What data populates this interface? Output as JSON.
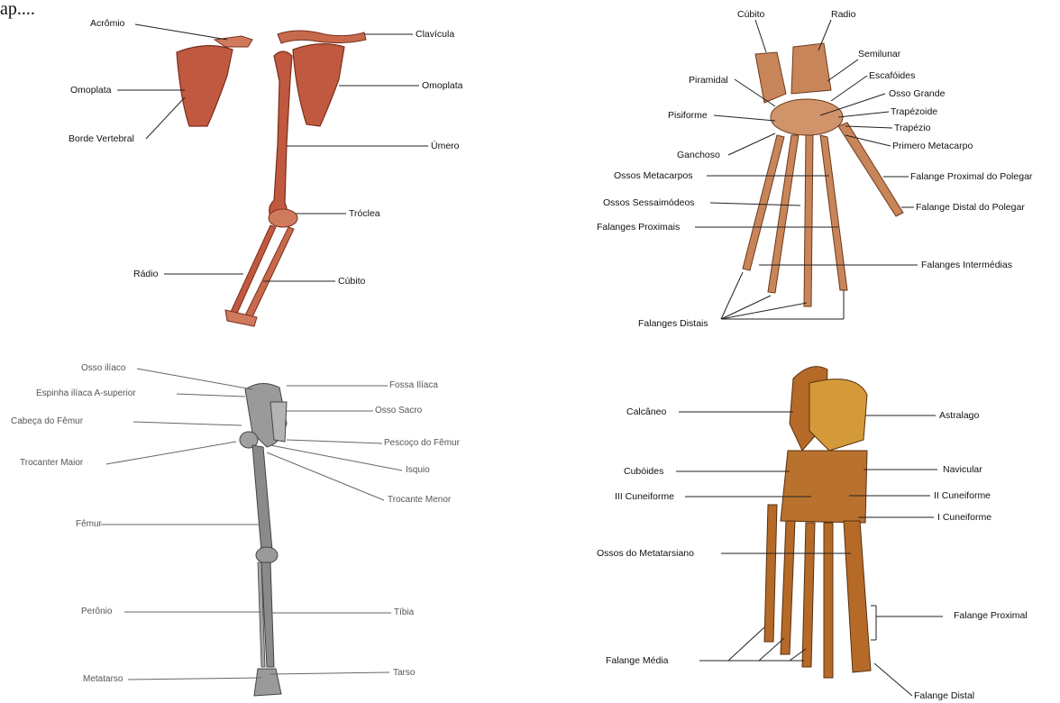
{
  "caption_fragment": "ap....",
  "arm": {
    "labels": {
      "acromio": "Acrômio",
      "clavicula": "Clavícula",
      "omoplata_left": "Omoplata",
      "omoplata_right": "Omoplata",
      "borde_vertebral": "Borde Vertebral",
      "umero": "Úmero",
      "troclea": "Tróclea",
      "radio": "Rádio",
      "cubito": "Cúbito"
    }
  },
  "hand": {
    "labels": {
      "cubito": "Cúbito",
      "radio": "Radio",
      "semilunar": "Semilunar",
      "piramidal": "Piramidal",
      "escafoides": "Escafóides",
      "osso_grande": "Osso  Grande",
      "pisiforme": "Pisiforme",
      "trapezoide": "Trapézoide",
      "trapezio": "Trapézio",
      "ganchoso": "Ganchoso",
      "primero_metacarpo": "Primero Metacarpo",
      "ossos_metacarpos": "Ossos Metacarpos",
      "falange_proximal_polegar": "Falange Proximal do Polegar",
      "ossos_sessaimodeos": "Ossos Sessaimódeos",
      "falange_distal_polegar": "Falange Distal  do Polegar",
      "falanges_proximais": "Falanges Proximais",
      "falanges_intermedias": "Falanges Intermédias",
      "falanges_distais": "Falanges Distais"
    }
  },
  "leg": {
    "labels": {
      "osso_iliaco": "Osso ilíaco",
      "fossa_iliaca": "Fossa Ilíaca",
      "espinha_iliaca": "Espinha ilíaca A-superior",
      "osso_sacro": "Osso Sacro",
      "cabeca_femur": "Cabeça do Fêmur",
      "pescoco_femur": "Pescoço do Fêmur",
      "trocanter_maior": "Trocanter Maior",
      "isquio": "Isquio",
      "trocanter_menor": "Trocante Menor",
      "femur": "Fêmur",
      "peroneo": "Perônio",
      "tibia": "Tíbia",
      "metatarso": "Metatarso",
      "tarso": "Tarso"
    }
  },
  "foot": {
    "labels": {
      "calcaneo": "Calcâneo",
      "astralago": "Astralago",
      "cuboides": "Cubóides",
      "navicular": "Navicular",
      "iii_cuneiforme": "III Cuneiforme",
      "ii_cuneiforme": "II Cuneiforme",
      "i_cuneiforme": "I  Cuneiforme",
      "ossos_metatarsiano": "Ossos do Metatarsiano",
      "falange_proximal": "Falange Proximal",
      "falange_media": "Falange Média",
      "falange_distal": "Falange Distal"
    }
  },
  "colors": {
    "arm_bone": "#c0593f",
    "hand_bone": "#c9855a",
    "leg_bone": "#8a8a8a",
    "foot_bone": "#b56a28",
    "leader_line": "#222222"
  }
}
